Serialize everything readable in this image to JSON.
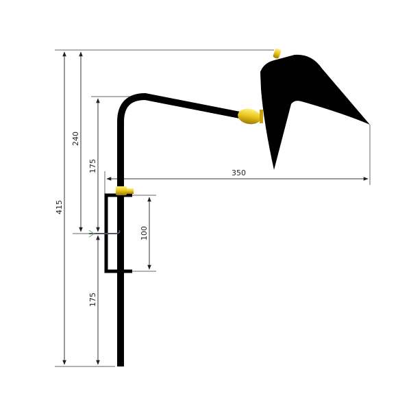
{
  "diagram": {
    "subject": "Wall lamp with articulated arm and shade — technical dimension drawing",
    "colors": {
      "lamp_body": "#000000",
      "brass_fittings": "#e8c21a",
      "dimension_lines": "#555555",
      "background": "#ffffff"
    },
    "dimensions": {
      "total_height": "415",
      "arm_to_shade_top": "240",
      "upper_arm_height": "175",
      "bracket_height": "100",
      "lower_height": "175",
      "horizontal_reach": "350"
    }
  }
}
